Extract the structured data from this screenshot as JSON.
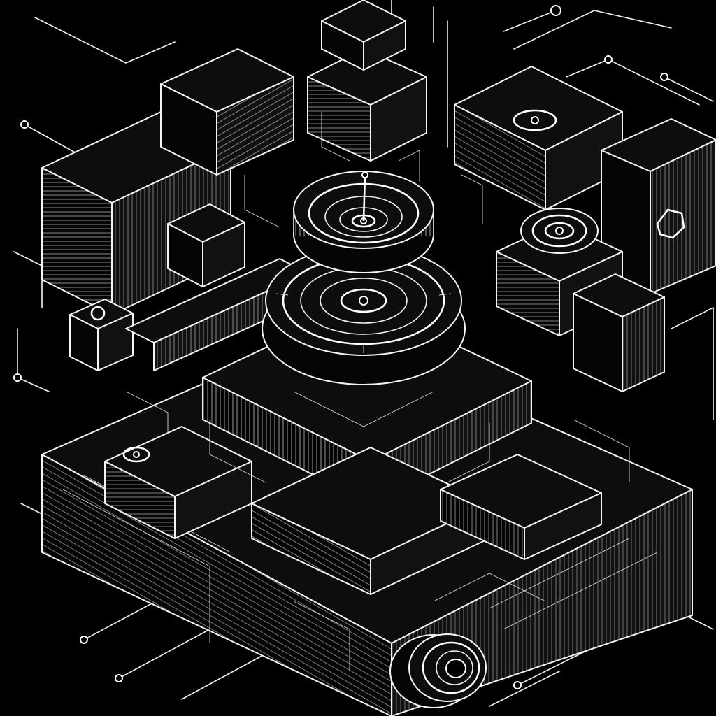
{
  "artwork": {
    "palette": {
      "background": "#000000",
      "line": "#f2f2f2",
      "highlight": "#ffffff"
    },
    "central_feature": "stacked-gear-rotor",
    "secondary_features": [
      "small-rotor-right",
      "camera-lens-bottom",
      "control-module-left",
      "tower-top"
    ]
  }
}
